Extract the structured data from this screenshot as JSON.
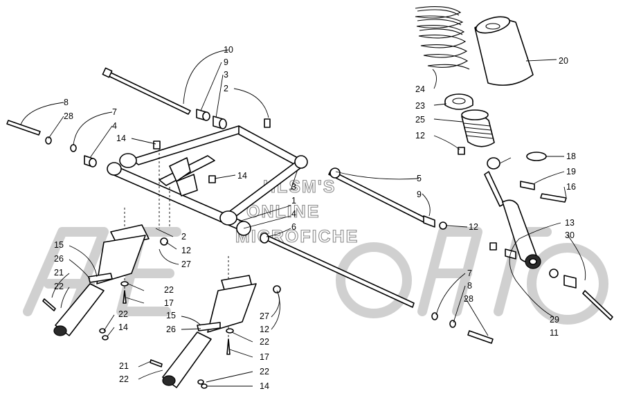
{
  "watermark": {
    "line1": "HLSM'S",
    "line2": "ONLINE",
    "line3": "MICROFICHE"
  },
  "callouts": [
    {
      "id": "c10",
      "text": "10"
    },
    {
      "id": "c9a",
      "text": "9"
    },
    {
      "id": "c3a",
      "text": "3"
    },
    {
      "id": "c2a",
      "text": "2"
    },
    {
      "id": "c8a",
      "text": "8"
    },
    {
      "id": "c28a",
      "text": "28"
    },
    {
      "id": "c7a",
      "text": "7"
    },
    {
      "id": "c4a",
      "text": "4"
    },
    {
      "id": "c14a",
      "text": "14"
    },
    {
      "id": "c14b",
      "text": "14"
    },
    {
      "id": "c3b",
      "text": "3"
    },
    {
      "id": "c1",
      "text": "1"
    },
    {
      "id": "c4b",
      "text": "4"
    },
    {
      "id": "c6",
      "text": "6"
    },
    {
      "id": "c5",
      "text": "5"
    },
    {
      "id": "c9b",
      "text": "9"
    },
    {
      "id": "c12a",
      "text": "12"
    },
    {
      "id": "c13",
      "text": "13"
    },
    {
      "id": "c30",
      "text": "30"
    },
    {
      "id": "c2b",
      "text": "2"
    },
    {
      "id": "c12b",
      "text": "12"
    },
    {
      "id": "c27a",
      "text": "27"
    },
    {
      "id": "c15a",
      "text": "15"
    },
    {
      "id": "c26a",
      "text": "26"
    },
    {
      "id": "c21a",
      "text": "21"
    },
    {
      "id": "c22a",
      "text": "22"
    },
    {
      "id": "c22b",
      "text": "22"
    },
    {
      "id": "c17a",
      "text": "17"
    },
    {
      "id": "c22c",
      "text": "22"
    },
    {
      "id": "c14c",
      "text": "14"
    },
    {
      "id": "c15b",
      "text": "15"
    },
    {
      "id": "c26b",
      "text": "26"
    },
    {
      "id": "c27b",
      "text": "27"
    },
    {
      "id": "c12c",
      "text": "12"
    },
    {
      "id": "c22d",
      "text": "22"
    },
    {
      "id": "c17b",
      "text": "17"
    },
    {
      "id": "c21b",
      "text": "21"
    },
    {
      "id": "c22e",
      "text": "22"
    },
    {
      "id": "c22f",
      "text": "22"
    },
    {
      "id": "c14d",
      "text": "14"
    },
    {
      "id": "c7b",
      "text": "7"
    },
    {
      "id": "c8b",
      "text": "8"
    },
    {
      "id": "c28b",
      "text": "28"
    },
    {
      "id": "c29",
      "text": "29"
    },
    {
      "id": "c11",
      "text": "11"
    },
    {
      "id": "c20",
      "text": "20"
    },
    {
      "id": "c24",
      "text": "24"
    },
    {
      "id": "c23",
      "text": "23"
    },
    {
      "id": "c25",
      "text": "25"
    },
    {
      "id": "c12d",
      "text": "12"
    },
    {
      "id": "c18",
      "text": "18"
    },
    {
      "id": "c19",
      "text": "19"
    },
    {
      "id": "c16",
      "text": "16"
    }
  ]
}
